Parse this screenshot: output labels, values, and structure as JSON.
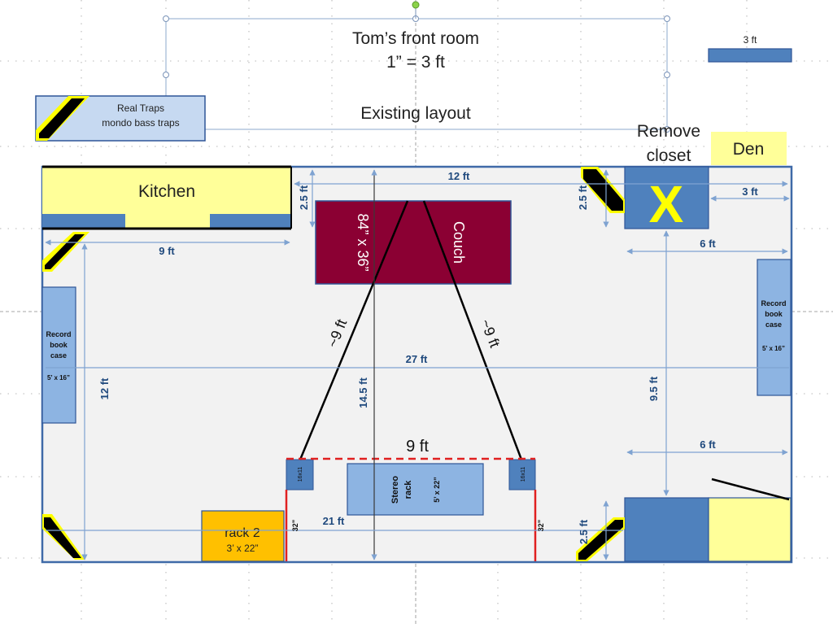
{
  "title": {
    "line1": "Tom’s front room",
    "line2": "1” = 3 ft",
    "line3": "Existing layout"
  },
  "scale_bar": {
    "label": "3 ft"
  },
  "legend_traps": {
    "line1": "Real Traps",
    "line2": "mondo bass traps"
  },
  "rooms": {
    "kitchen": "Kitchen",
    "den": "Den",
    "remove_closet_line1": "Remove",
    "remove_closet_line2": "closet",
    "closet_mark": "X"
  },
  "furniture": {
    "couch_label": "Couch",
    "couch_size": "84” x 36”",
    "record_left_line1": "Record",
    "record_left_line2": "book",
    "record_left_line3": "case",
    "record_left_size": "5’ x 16”",
    "record_right_line1": "Record",
    "record_right_line2": "book",
    "record_right_line3": "case",
    "record_right_size": "5’ x 16”",
    "stereo_line1": "Stereo",
    "stereo_line2": "rack",
    "stereo_size": "5’ x 22”",
    "rack2_line1": "rack 2",
    "rack2_line2": "3’ x 22”",
    "speaker_left": "16x11",
    "speaker_right": "16x11"
  },
  "dimensions": {
    "top_12ft": "12 ft",
    "kitchen_2_5ft": "2.5 ft",
    "closet_2_5ft": "2.5 ft",
    "closet_3ft": "3 ft",
    "kitchen_9ft": "9 ft",
    "right_6ft_top": "6 ft",
    "width_27ft": "27 ft",
    "left_12ft": "12 ft",
    "depth_14_5ft": "14.5 ft",
    "right_9_5ft": "9.5 ft",
    "speakers_9ft": "9 ft",
    "right_6ft_bottom": "6 ft",
    "bottom_21ft": "21 ft",
    "bottom_2_5ft": "2.5 ft",
    "left_32in": "32”",
    "right_32in": "32”",
    "triangle_left": "~9 ft",
    "triangle_right": "~9 ft"
  },
  "colors": {
    "room_fill": "#f2f2f2",
    "room_outline": "#3f6aa8",
    "blue_box": "#4f81bd",
    "light_blue_box": "#8db4e2",
    "yellow": "#ffff99",
    "couch": "#8b0033",
    "rack2": "#ffc000",
    "dim_line": "#7fa3d1",
    "dim_text": "#1f497d",
    "red": "#e02020"
  }
}
